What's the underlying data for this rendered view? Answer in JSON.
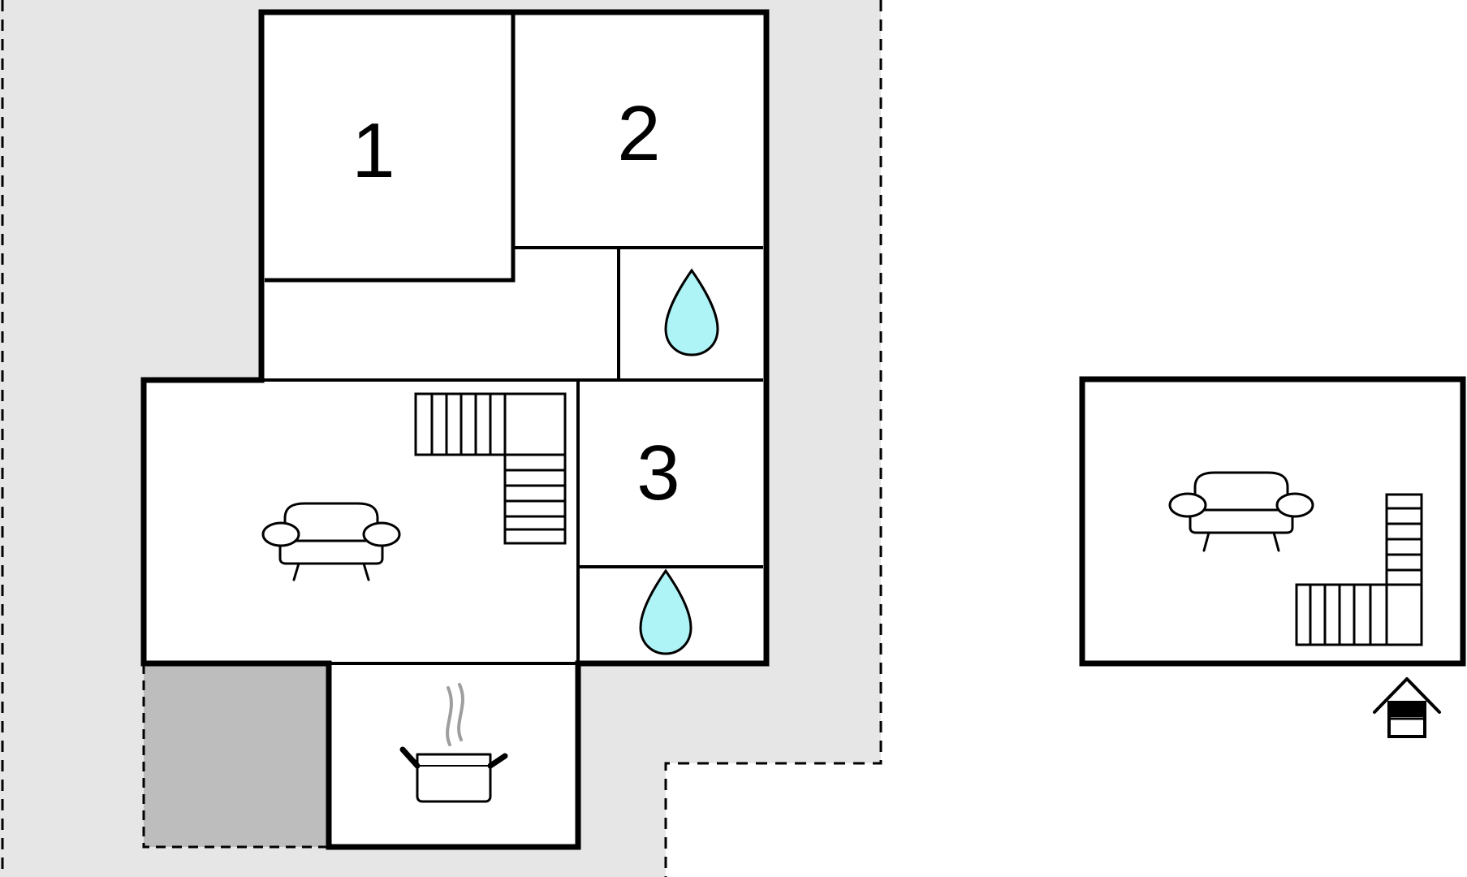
{
  "floor_plan": {
    "rooms": {
      "bedroom_1": {
        "label": "1"
      },
      "bedroom_2": {
        "label": "2"
      },
      "bedroom_3": {
        "label": "3"
      }
    },
    "icons": {
      "bathroom_upper": "water-drop-icon",
      "bathroom_lower": "water-drop-icon",
      "living_room": "sofa-icon",
      "kitchen": "cooking-pot-icon",
      "staircase_main": "staircase-icon",
      "annex_living": "sofa-icon",
      "annex_staircase": "staircase-icon",
      "annex_entrance": "house-entrance-icon"
    },
    "colors": {
      "plot": "#e6e6e6",
      "terrace": "#bdbdbd",
      "water": "#aef3f5",
      "walls": "#000000",
      "steam": "#9e9e9e"
    }
  }
}
